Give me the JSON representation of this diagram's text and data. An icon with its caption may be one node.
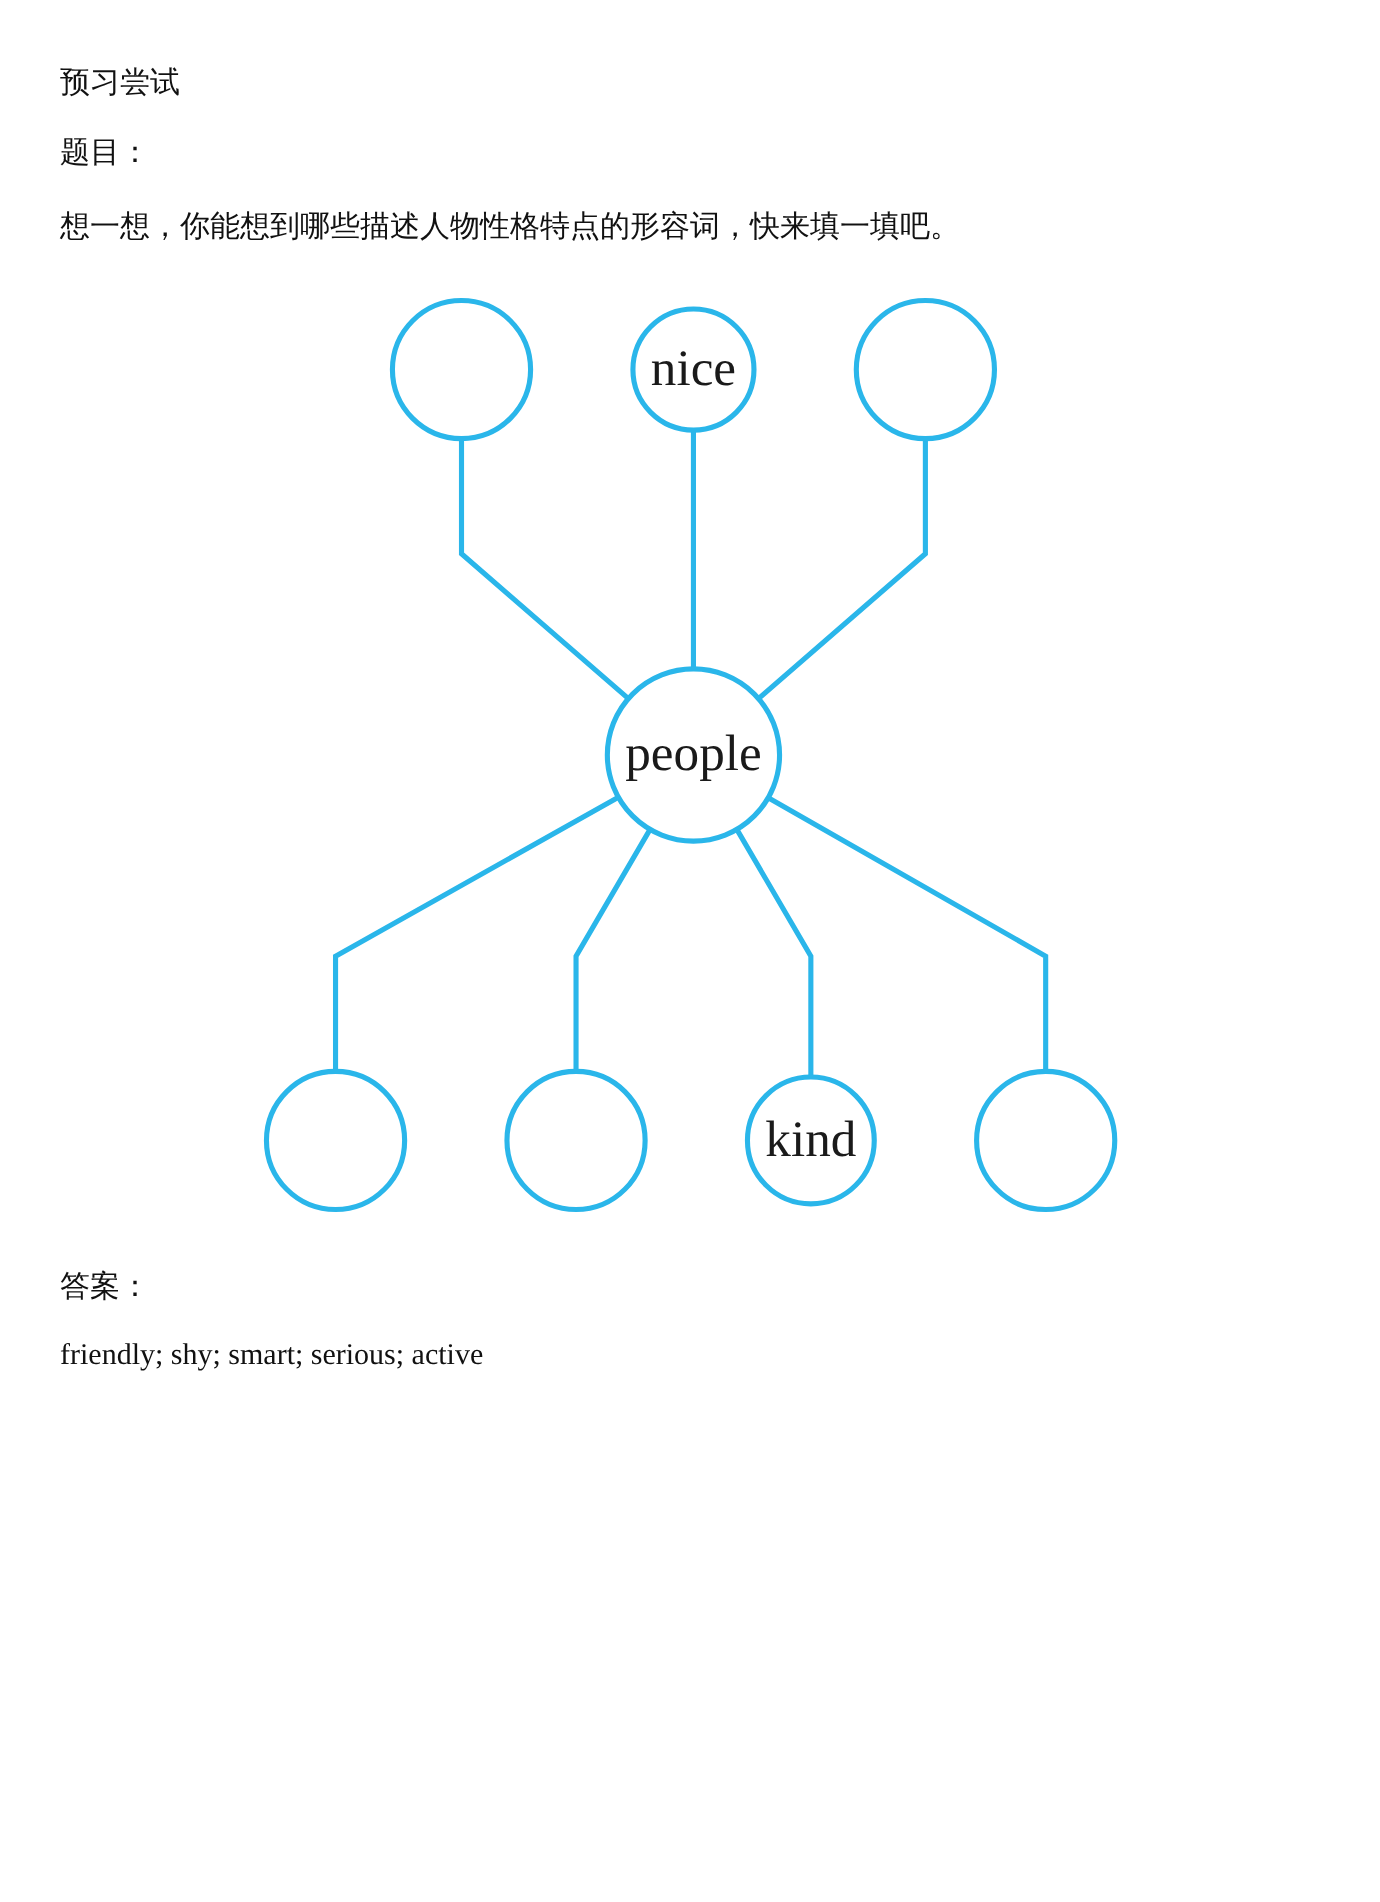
{
  "diagram": {
    "title": "预习尝试",
    "nodes": [
      {
        "text": [
          "nice"
        ]
      },
      {
        "text": [],
        "shape": "ellipse"
      },
      {
        "text": [],
        "shape": "ellipse"
      },
      {
        "text": [],
        "shape": "ellipse"
      },
      {
        "text": [
          "people"
        ]
      },
      {
        "text": [],
        "shape": "ellipse"
      },
      {
        "text": [],
        "shape": "ellipse"
      },
      {
        "text": [
          "kind"
        ]
      }
    ],
    "edges": [
      {
        "from": 1,
        "to": 4,
        "arrow": "none"
      },
      {
        "from": 0,
        "to": 4,
        "arrow": "none"
      },
      {
        "from": 2,
        "to": 4,
        "arrow": "none"
      },
      {
        "from": 4,
        "to": 3,
        "arrow": "none"
      },
      {
        "from": 4,
        "to": 6,
        "arrow": "none"
      },
      {
        "from": 4,
        "to": 7,
        "arrow": "none"
      },
      {
        "from": 4,
        "to": 5,
        "arrow": "none"
      }
    ],
    "labels": [
      "题目：",
      "想一想，你能想到哪些描述人物性格特点的形容词，快来填一填吧。",
      "答案：",
      "friendly; shy; smart; serious; active"
    ]
  }
}
